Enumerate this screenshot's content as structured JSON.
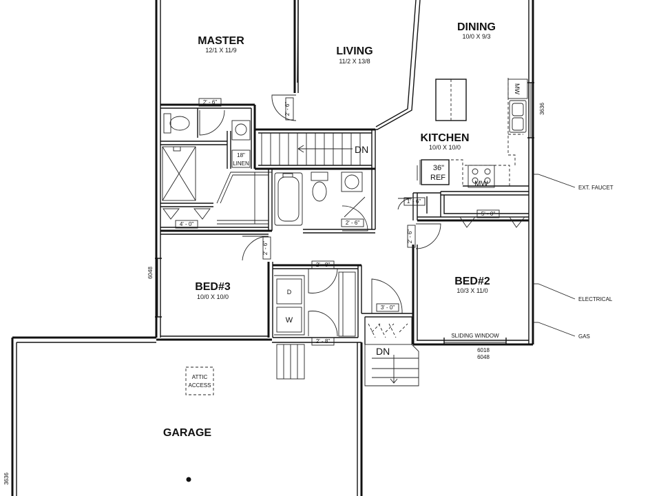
{
  "rooms": {
    "master": {
      "name": "MASTER",
      "dims": "12/1 X 11/9"
    },
    "living": {
      "name": "LIVING",
      "dims": "11/2 X 13/8"
    },
    "dining": {
      "name": "DINING",
      "dims": "10/0 X 9/3"
    },
    "kitchen": {
      "name": "KITCHEN",
      "dims": "10/0 X 10/0"
    },
    "bed3": {
      "name": "BED#3",
      "dims": "10/0 X 10/0"
    },
    "bed2": {
      "name": "BED#2",
      "dims": "10/3 X 11/0"
    },
    "garage": {
      "name": "GARAGE"
    }
  },
  "door_labels": {
    "master_closet": "2' - 6\"",
    "master_entry": "2' - 6\"",
    "linen_closet_bottom": "4' - 0\"",
    "bed3_door": "2' - 6\"",
    "bath_door": "2' - 6\"",
    "laundry_top": "2' - 8\"",
    "laundry_bottom": "2' - 8\"",
    "garage_entry": "3' - 0\"",
    "kitchen_closet": "1' - 6\"",
    "bed2_closet": "5' - 0\"",
    "bed2_door": "2' - 6\""
  },
  "labels": {
    "linen": "18\"",
    "linen_word": "LINEN",
    "ref_size": "36\"",
    "ref": "REF",
    "mw": "MW",
    "mw_vertical": "MW",
    "stairs_dn": "DN",
    "garage_stairs_dn": "DN",
    "attic1": "ATTIC",
    "attic2": "ACCESS",
    "sliding_window": "SLIDING WINDOW",
    "win_code_1": "6018",
    "win_code_2": "6048",
    "win_left": "6048",
    "win_right": "3636",
    "win_garage": "3636",
    "dryer": "D",
    "washer": "W"
  },
  "callouts": {
    "ext_faucet": "EXT. FAUCET",
    "electrical": "ELECTRICAL",
    "gas": "GAS"
  },
  "icons": [
    "toilet-icon",
    "sink-icon",
    "bathtub-icon",
    "shower-icon",
    "range-icon",
    "washer-icon",
    "dryer-icon"
  ]
}
